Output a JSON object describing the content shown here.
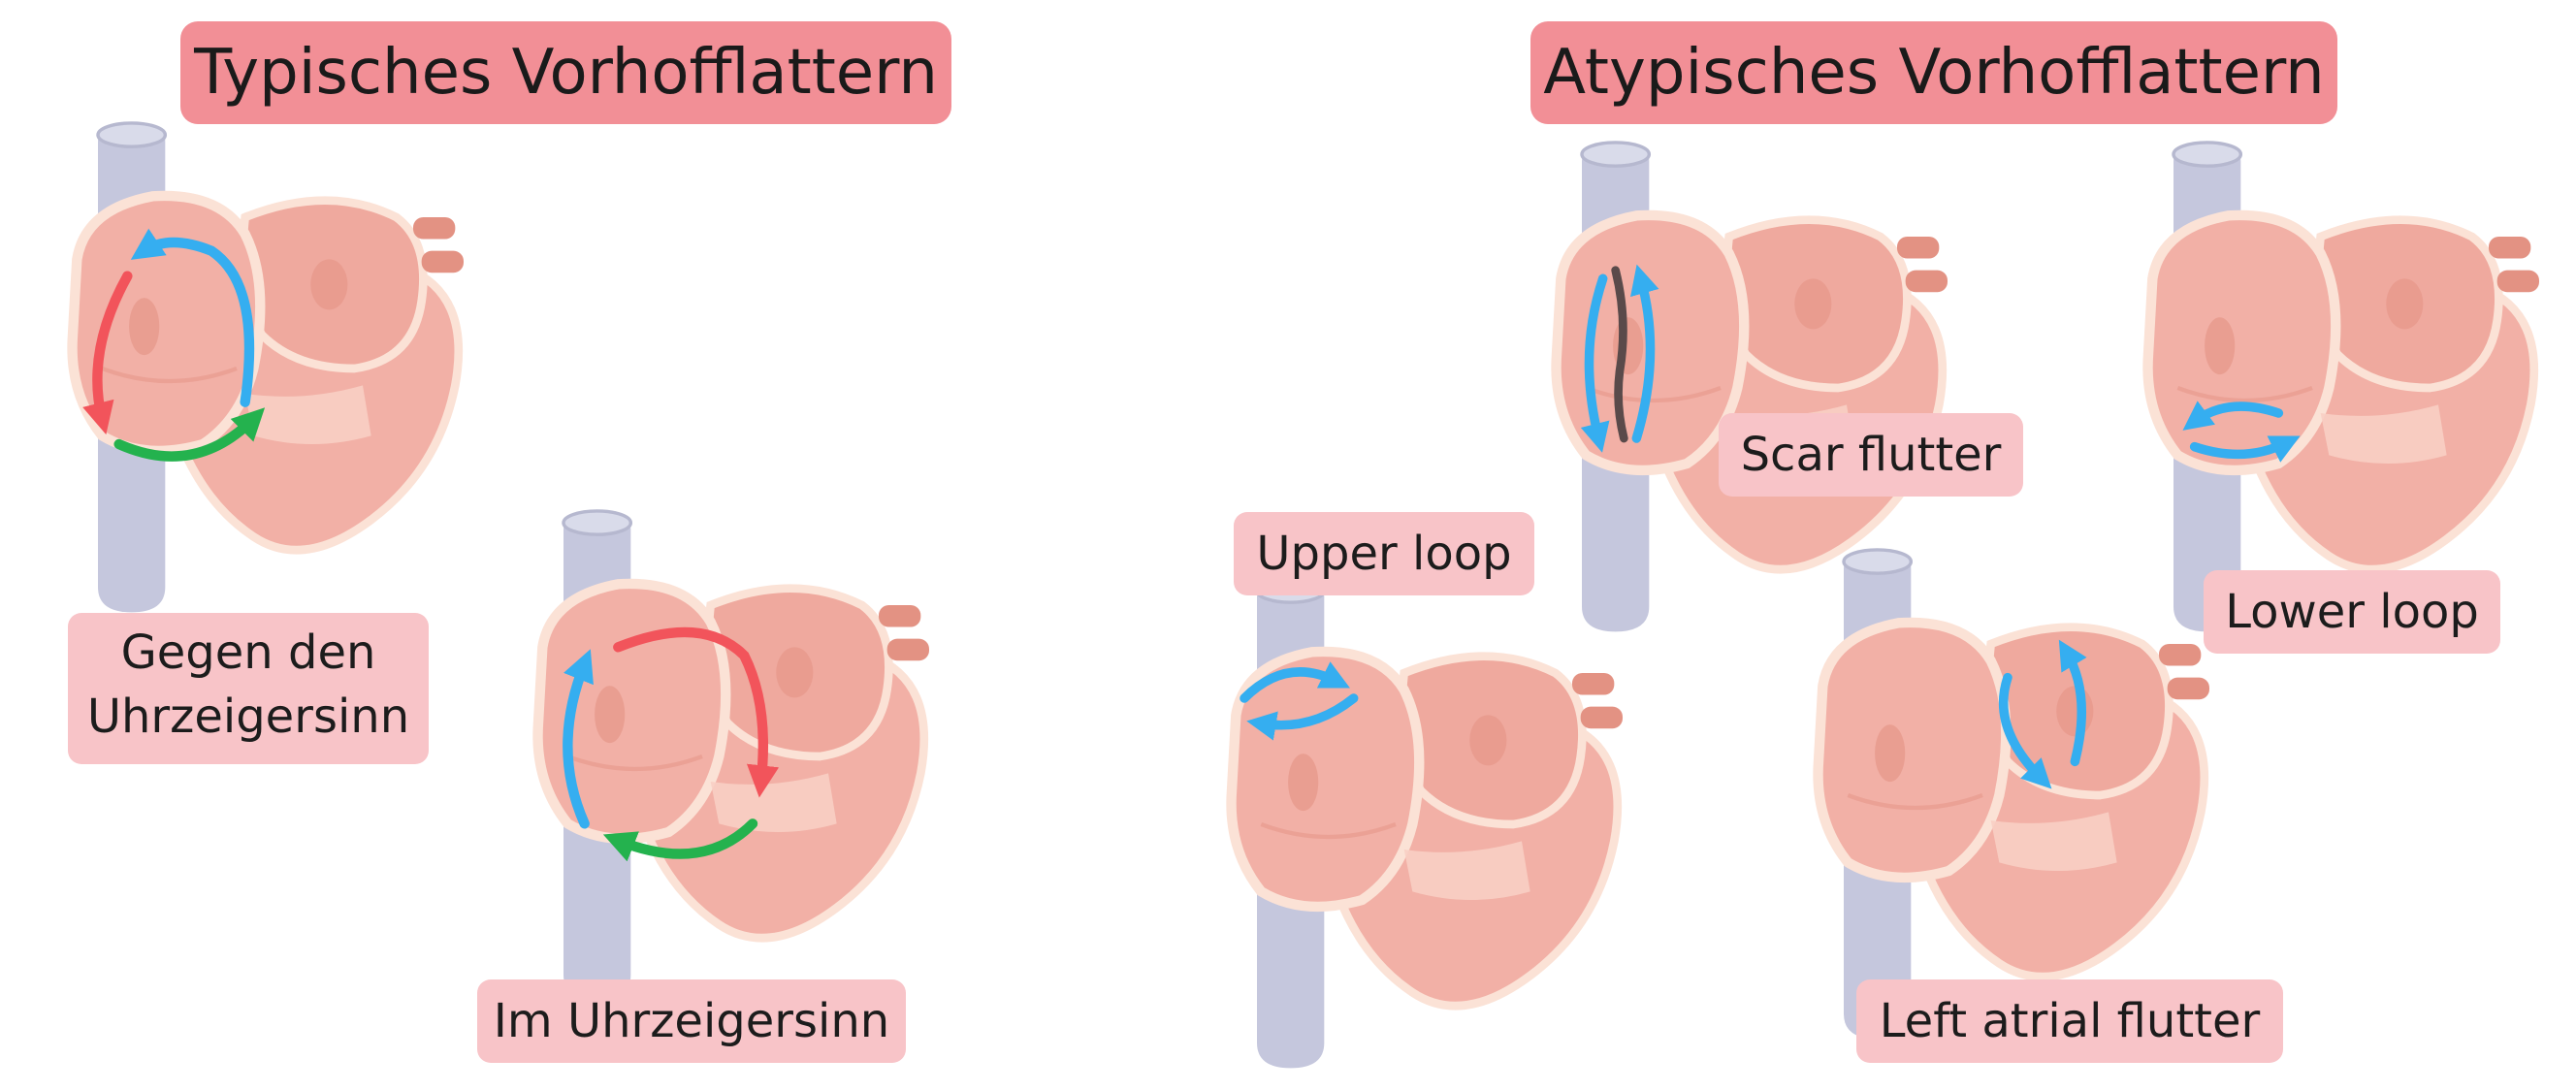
{
  "sections": {
    "typical": {
      "title": "Typisches Vorhofflattern"
    },
    "atypical": {
      "title": "Atypisches Vorhofflattern"
    }
  },
  "labels": {
    "counterclockwise_line1": "Gegen den",
    "counterclockwise_line2": "Uhrzeigersinn",
    "clockwise": "Im Uhrzeigersinn",
    "upper_loop": "Upper loop",
    "scar_flutter": "Scar flutter",
    "lower_loop": "Lower loop",
    "left_atrial_flutter": "Left atrial flutter"
  },
  "colors": {
    "title_bg": "#f28f96",
    "label_bg": "#f8c4c8",
    "arrow_red": "#f2545b",
    "arrow_blue": "#35aef0",
    "arrow_green": "#24b24e",
    "vein": "#c5c7dd",
    "heart_fill": "#f2b0a6",
    "heart_dark": "#e39283",
    "heart_outline": "#fbe2d6"
  }
}
